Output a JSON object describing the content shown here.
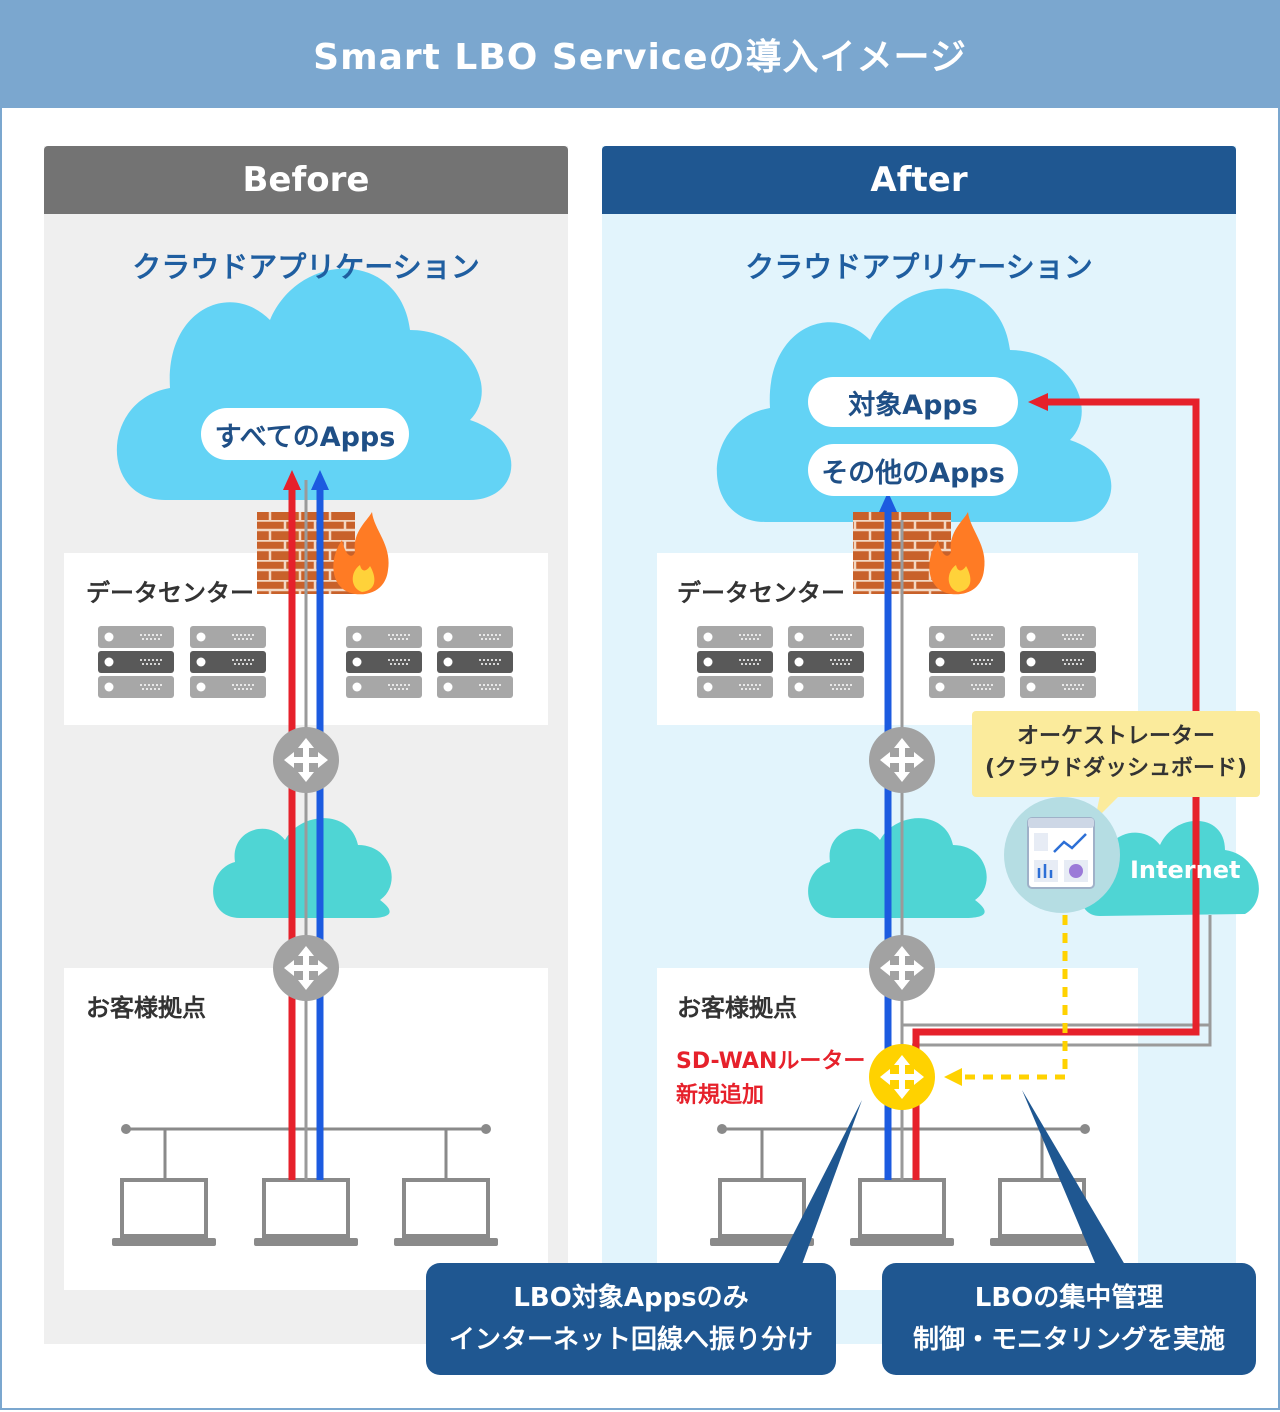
{
  "title": "Smart LBO Serviceの導入イメージ",
  "before": {
    "heading": "Before",
    "cloud_title": "クラウドアプリケーション",
    "apps_label": "すべてのApps",
    "datacenter_label": "データセンター",
    "site_label": "お客様拠点"
  },
  "after": {
    "heading": "After",
    "cloud_title": "クラウドアプリケーション",
    "target_apps_label": "対象Apps",
    "other_apps_label": "その他のApps",
    "datacenter_label": "データセンター",
    "site_label": "お客様拠点",
    "router_label_line1": "SD-WANルーター",
    "router_label_line2": "新規追加",
    "orchestrator_line1": "オーケストレーター",
    "orchestrator_line2": "(クラウドダッシュボード)",
    "internet_label": "Internet"
  },
  "callouts": {
    "left_line1": "LBO対象Appsのみ",
    "left_line2": "インターネット回線へ振り分け",
    "right_line1": "LBOの集中管理",
    "right_line2": "制御・モニタリングを実施"
  },
  "colors": {
    "banner": "#7ba7cf",
    "before_head": "#737373",
    "after_head": "#1f5791",
    "red_path": "#e6212b",
    "blue_path": "#1c5be0",
    "cloud": "#63d3f5",
    "wan_cloud": "#4fd5d4",
    "router_gray": "#a2a2a2",
    "router_yellow": "#ffd200",
    "firewall": "#c8612a",
    "dotted_yellow": "#ffd200"
  },
  "icons": [
    "cloud-icon",
    "firewall-icon",
    "flame-icon",
    "server-icon",
    "router-icon",
    "laptop-icon",
    "dashboard-icon"
  ]
}
